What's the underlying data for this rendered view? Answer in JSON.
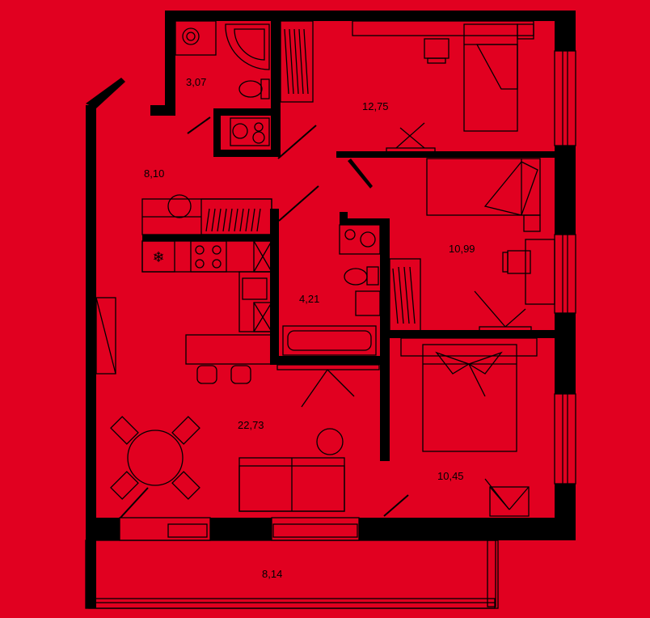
{
  "colors": {
    "background": "#e10020",
    "ink": "#000000"
  },
  "rooms": [
    {
      "id": "hall",
      "area": "8,10"
    },
    {
      "id": "bathroom-1",
      "area": "3,07"
    },
    {
      "id": "bedroom-1",
      "area": "12,75"
    },
    {
      "id": "bedroom-2",
      "area": "10,99"
    },
    {
      "id": "bathroom-2",
      "area": "4,21"
    },
    {
      "id": "living-kitchen",
      "area": "22,73"
    },
    {
      "id": "bedroom-3",
      "area": "10,45"
    },
    {
      "id": "balcony",
      "area": "8,14"
    }
  ],
  "icons": {
    "freezer": "snowflake-icon"
  }
}
